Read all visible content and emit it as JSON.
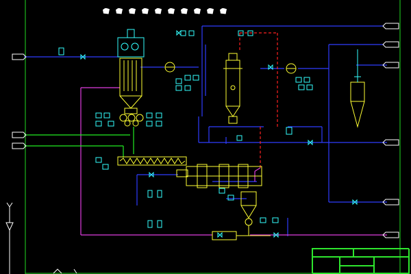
{
  "drawing": {
    "title_glyph_count": 10,
    "colors": {
      "frame": "#22dd22",
      "equipment": "#ffff33",
      "blue_line": "#2f3dff",
      "magenta_line": "#e03ce0",
      "green_line": "#22ee22",
      "red_dashed_line": "#ff2020",
      "instrument": "#33ffff",
      "white_text": "#ffffff"
    },
    "equipment": [
      {
        "id": "bag-filter",
        "label": ""
      },
      {
        "id": "screw-conveyor",
        "label": ""
      },
      {
        "id": "rotary-dryer",
        "label": ""
      },
      {
        "id": "cyclone-hopper",
        "label": ""
      },
      {
        "id": "furnace",
        "label": ""
      },
      {
        "id": "separator-cyclone",
        "label": ""
      },
      {
        "id": "fan-left",
        "label": ""
      },
      {
        "id": "fan-right",
        "label": ""
      }
    ],
    "left_tags": [
      "",
      "",
      ""
    ],
    "right_tags": [
      "",
      "",
      "",
      "",
      "",
      "",
      ""
    ]
  }
}
